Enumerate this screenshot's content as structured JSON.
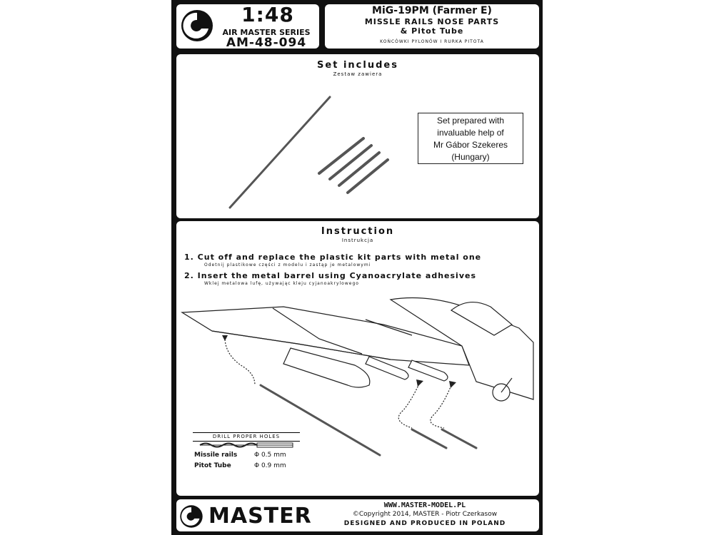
{
  "header": {
    "scale": "1:48",
    "series": "AIR MASTER SERIES",
    "code": "AM-48-094",
    "title_line1": "MiG-19PM (Farmer E)",
    "title_line2": "MISSLE RAILS NOSE PARTS",
    "title_line3": "& Pitot Tube",
    "title_polish": "KOŃCÓWKI PYLONÓW I RURKA PITOTA"
  },
  "set": {
    "heading": "Set includes",
    "heading_pl": "Zestaw zawiera",
    "note_lines": [
      "Set prepared with",
      "invaluable help of",
      "Mr Gábor Szekeres",
      "(Hungary)"
    ]
  },
  "instruction": {
    "heading": "Instruction",
    "heading_pl": "Instrukcja",
    "steps": [
      {
        "text": "1. Cut off and replace the plastic kit parts with metal one",
        "sub": "Odetnij plastikowe części z modelu i zastąp je metalowymi"
      },
      {
        "text": "2. Insert the metal barrel using Cyanoacrylate adhesives",
        "sub": "Wklej metalowa lufę, używając kleju cyjanoakrylowego"
      }
    ],
    "drill": {
      "header": "DRILL PROPER HOLES",
      "rows": [
        {
          "label": "Missile rails",
          "value": "Φ 0.5 mm"
        },
        {
          "label": "Pitot Tube",
          "value": "Φ 0.9 mm"
        }
      ]
    }
  },
  "footer": {
    "brand": "MASTER",
    "url": "WWW.MASTER-MODEL.PL",
    "copyright": "©Copyright 2014, MASTER - Piotr Czerkasow",
    "made": "DESIGNED AND PRODUCED IN POLAND"
  }
}
